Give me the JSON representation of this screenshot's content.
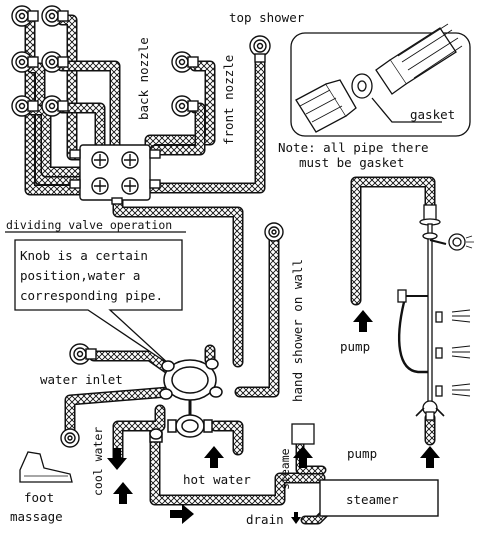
{
  "labels": {
    "top_shower": "top shower",
    "back_nozzle": "back nozzle",
    "front_nozzle": "front nozzle",
    "gasket": "gasket",
    "note_line1": "Note: all pipe there",
    "note_line2": "must be gasket",
    "dividing_valve": "dividing valve operation",
    "knob_line1": "Knob is a certain",
    "knob_line2": "position,water a",
    "knob_line3": "corresponding pipe.",
    "hand_shower_on_wall": "hand shower on wall",
    "pump_upper": "pump",
    "water_inlet": "water inlet",
    "cool_water": "cool water",
    "hot_water": "hot water",
    "steamer_small": "steame",
    "pump_lower": "pump",
    "foot_line1": "foot",
    "foot_line2": "massage",
    "steamer": "steamer",
    "drain": "drain"
  },
  "colors": {
    "line": "#111111",
    "background": "#ffffff",
    "arrow": "#000000"
  },
  "icons": [
    "nozzle-icon",
    "gasket-fitting-icon",
    "dividing-valve-icon",
    "shower-head-icon",
    "foot-icon",
    "arrow-up-icon",
    "arrow-down-icon",
    "arrow-right-icon"
  ]
}
